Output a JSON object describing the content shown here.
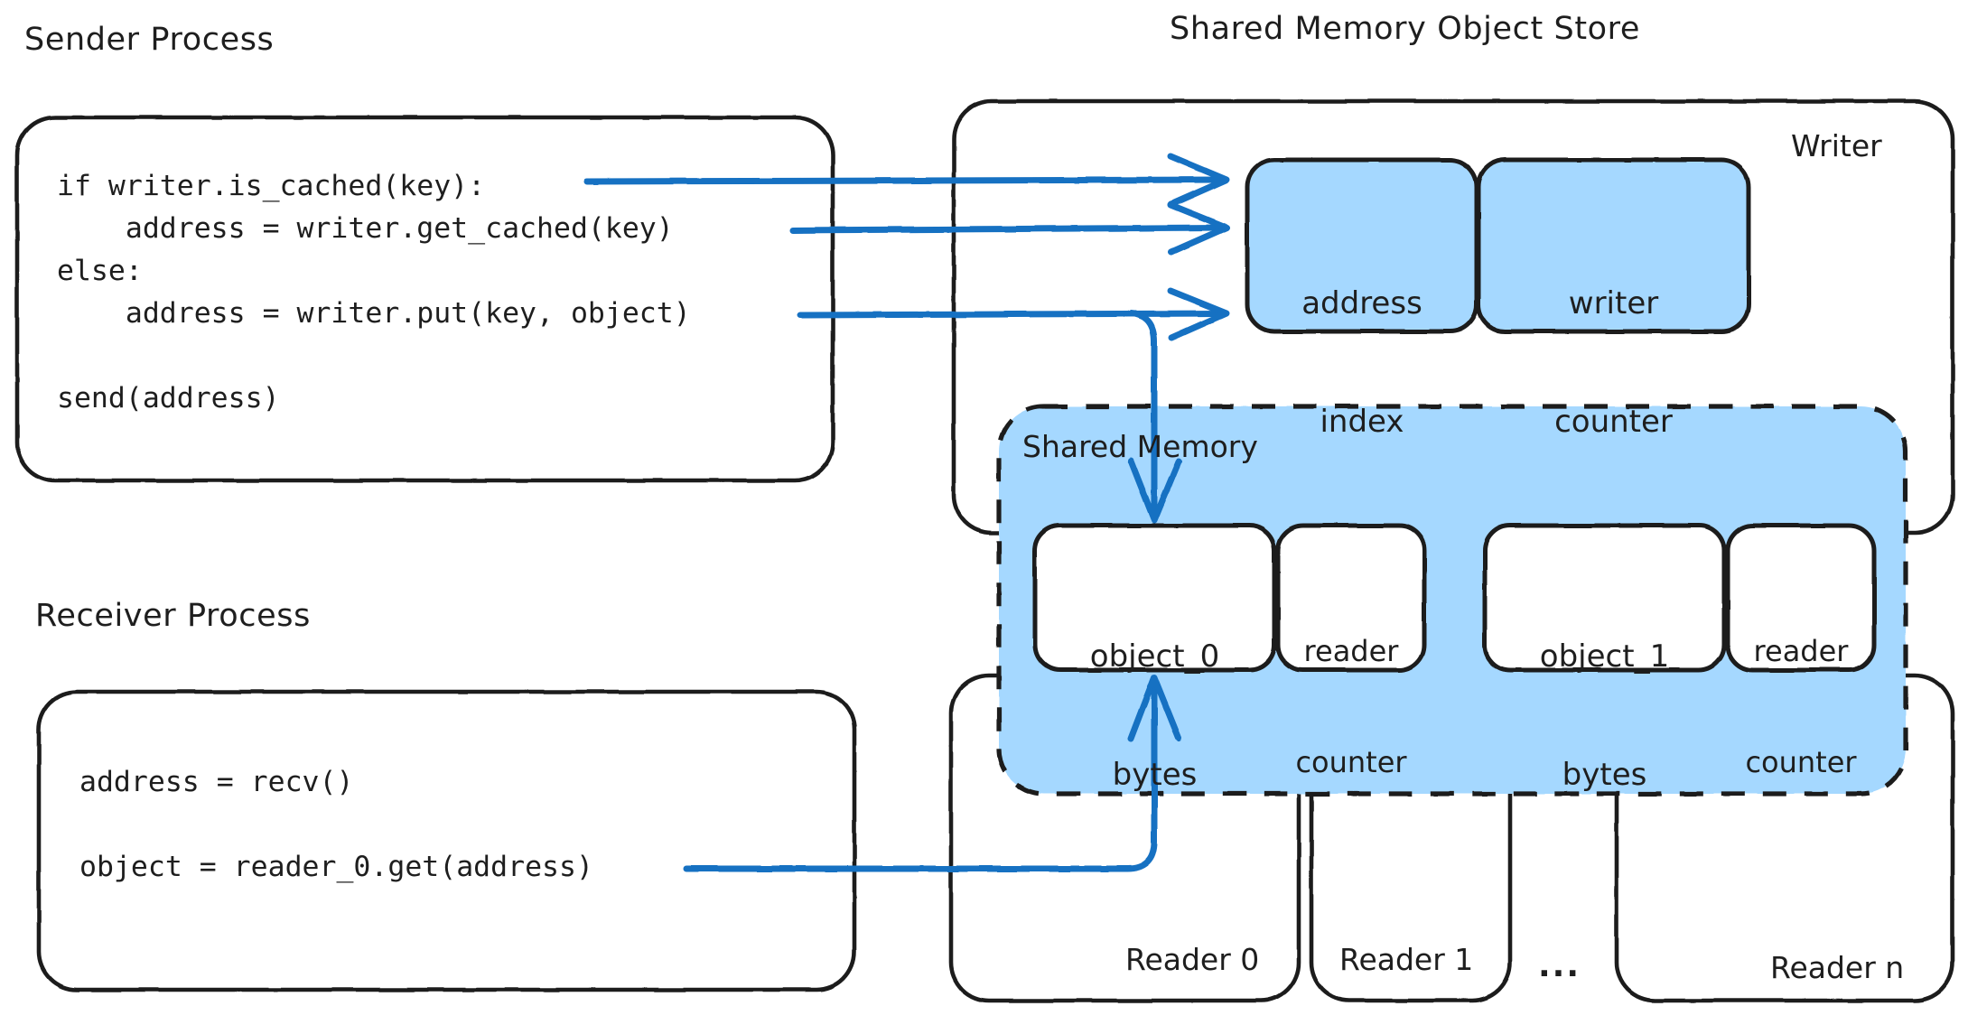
{
  "diagram": {
    "title_sender": "Sender Process",
    "title_receiver": "Receiver Process",
    "title_store": "Shared Memory Object Store",
    "label_writer": "Writer",
    "label_shared_memory": "Shared Memory",
    "ellipsis": "...",
    "colors": {
      "stroke": "#1e1e1e",
      "fill_blue": "#a5d8ff",
      "arrow_blue": "#1971c2",
      "background": "#ffffff"
    }
  },
  "sender_code": {
    "lines": [
      "if writer.is_cached(key):",
      "    address = writer.get_cached(key)",
      "else:",
      "    address = writer.put(key, object)",
      "",
      "send(address)"
    ],
    "text": "if writer.is_cached(key):\n    address = writer.get_cached(key)\nelse:\n    address = writer.put(key, object)\n\nsend(address)"
  },
  "receiver_code": {
    "lines": [
      "address = recv()",
      "",
      "object = reader_0.get(address)"
    ],
    "text": "address = recv()\n\nobject = reader_0.get(address)"
  },
  "writer_slots": [
    {
      "name": "address-index",
      "line1": "address",
      "line2": "index"
    },
    {
      "name": "writer-counter",
      "line1": "writer",
      "line2": "counter"
    }
  ],
  "shared_memory_slots": [
    {
      "name": "object-0",
      "line1": "object_0",
      "line2": "bytes"
    },
    {
      "name": "reader-counter-0",
      "line1": "reader",
      "line2": "counter"
    },
    {
      "name": "object-1",
      "line1": "object_1",
      "line2": "bytes"
    },
    {
      "name": "reader-counter-1",
      "line1": "reader",
      "line2": "counter"
    }
  ],
  "readers": [
    {
      "label": "Reader 0"
    },
    {
      "label": "Reader 1"
    },
    {
      "label": "Reader n"
    }
  ]
}
